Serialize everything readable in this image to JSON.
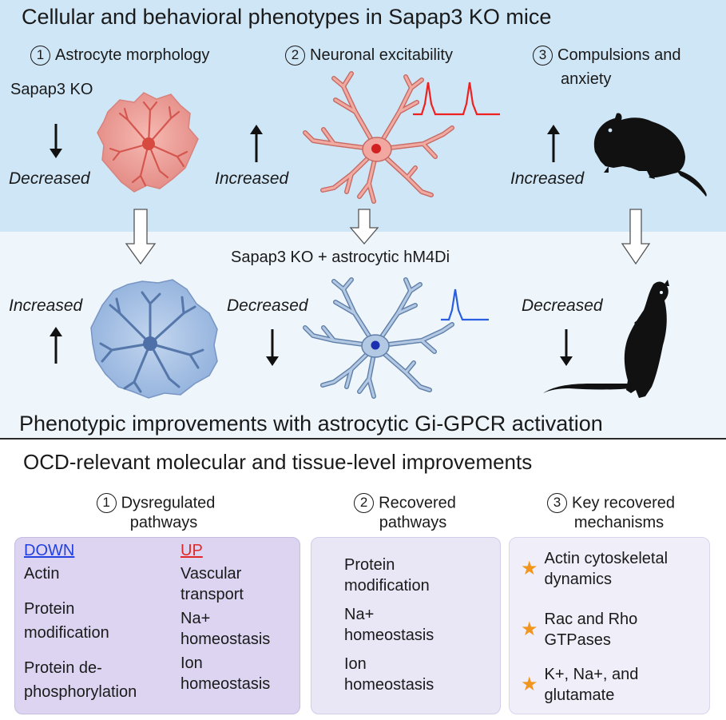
{
  "top": {
    "title": "Cellular and behavioral phenotypes in Sapap3 KO mice",
    "sections": [
      {
        "num": "1",
        "label": "Astrocyte morphology"
      },
      {
        "num": "2",
        "label": "Neuronal excitability"
      },
      {
        "num": "3",
        "label_line1": "Compulsions and",
        "label_line2": "anxiety"
      }
    ],
    "ko_label": "Sapap3 KO",
    "effects": [
      "Decreased",
      "Increased",
      "Increased"
    ]
  },
  "middle": {
    "condition_label": "Sapap3 KO + astrocytic hM4Di",
    "effects": [
      "Increased",
      "Decreased",
      "Decreased"
    ],
    "summary": "Phenotypic improvements with astrocytic Gi-GPCR activation"
  },
  "bottom": {
    "title": "OCD-relevant molecular and tissue-level improvements",
    "headers": [
      {
        "num": "1",
        "line1": "Dysregulated",
        "line2": "pathways"
      },
      {
        "num": "2",
        "line1": "Recovered",
        "line2": "pathways"
      },
      {
        "num": "3",
        "line1": "Key recovered",
        "line2": "mechanisms"
      }
    ],
    "box1": {
      "down_header": "DOWN",
      "up_header": "UP",
      "down_items": [
        "Actin",
        "Protein",
        "modification",
        "Protein de-",
        "phosphorylation"
      ],
      "up_items": [
        "Vascular",
        "transport",
        "Na+",
        "homeostasis",
        "Ion",
        "homeostasis"
      ]
    },
    "box2": {
      "items": [
        "Protein",
        "modification",
        "Na+",
        "homeostasis",
        "Ion",
        "homeostasis"
      ]
    },
    "box3": {
      "items": [
        "Actin cytoskeletal",
        "dynamics",
        "Rac and Rho",
        "GTPases",
        "K+, Na+, and",
        "glutamate"
      ]
    }
  },
  "colors": {
    "top_band": "#cfe6f6",
    "mid_band": "#eef6fc",
    "ko_astrocyte": "#e8908c",
    "ko_neuron": "#f0a8a0",
    "rescued_cell": "#7a9ccc",
    "spike_ko": "#ee2020",
    "spike_rescued": "#2a5ee0",
    "down_header": "#2340e0",
    "up_header": "#e02828",
    "star": "#f2951c"
  }
}
